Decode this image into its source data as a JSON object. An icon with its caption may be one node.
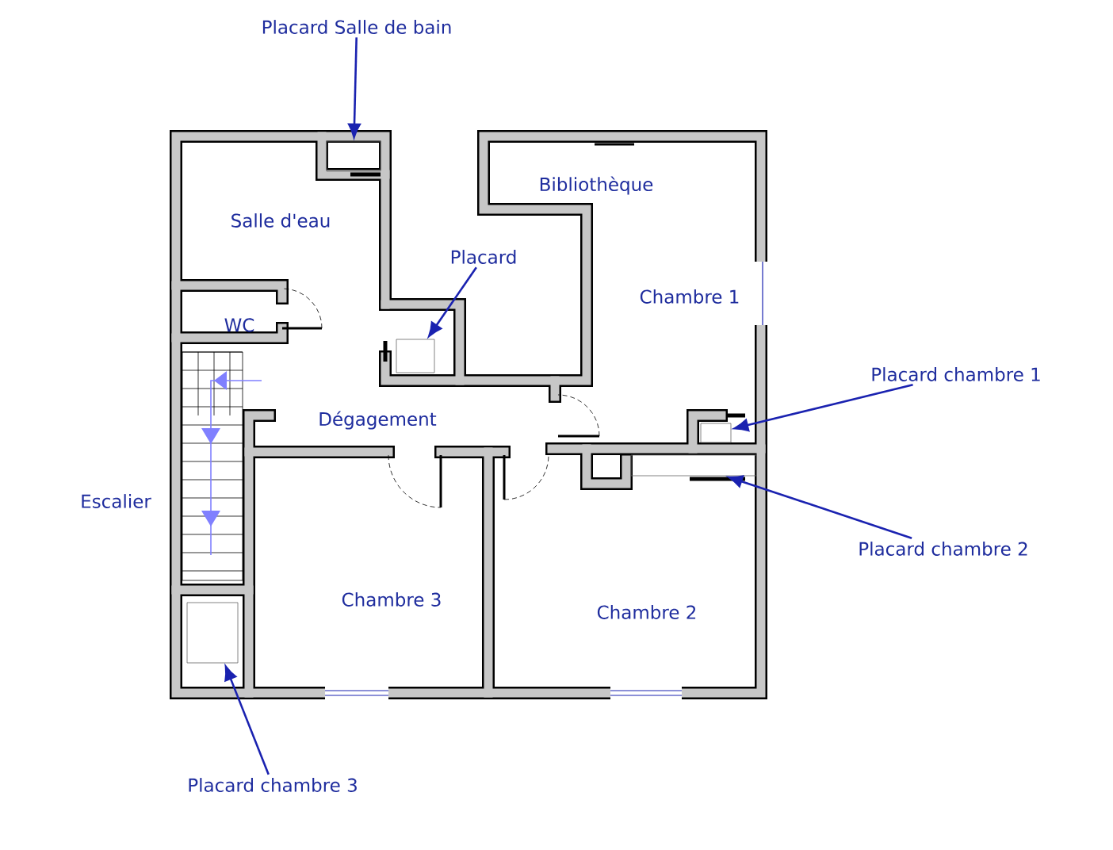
{
  "diagram": {
    "nodes": [
      {
        "text": [
          "Placard Salle de bain"
        ]
      },
      {
        "text": [],
        "shape": "box"
      },
      {
        "text": [
          "Placard"
        ]
      },
      {
        "text": [],
        "shape": "box"
      },
      {
        "text": [
          "Placard chambre 1"
        ]
      },
      {
        "text": [],
        "shape": "box"
      },
      {
        "text": [
          "Placard chambre 2"
        ]
      },
      {
        "text": [],
        "shape": "box"
      },
      {
        "text": [
          "Placard chambre 3"
        ]
      },
      {
        "text": [],
        "shape": "box"
      }
    ],
    "edges": [
      {
        "from": 0,
        "to": 1,
        "arrow": "to"
      },
      {
        "from": 2,
        "to": 3,
        "arrow": "to"
      },
      {
        "from": 4,
        "to": 5,
        "arrow": "to"
      },
      {
        "from": 6,
        "to": 7,
        "arrow": "to"
      },
      {
        "from": 8,
        "to": 9,
        "arrow": "to"
      }
    ],
    "labels": [
      "Salle d'eau",
      "Bibliothèque",
      "Chambre 1",
      "WC",
      "Dégagement",
      "Escalier",
      "Chambre 3",
      "Chambre 2"
    ]
  }
}
